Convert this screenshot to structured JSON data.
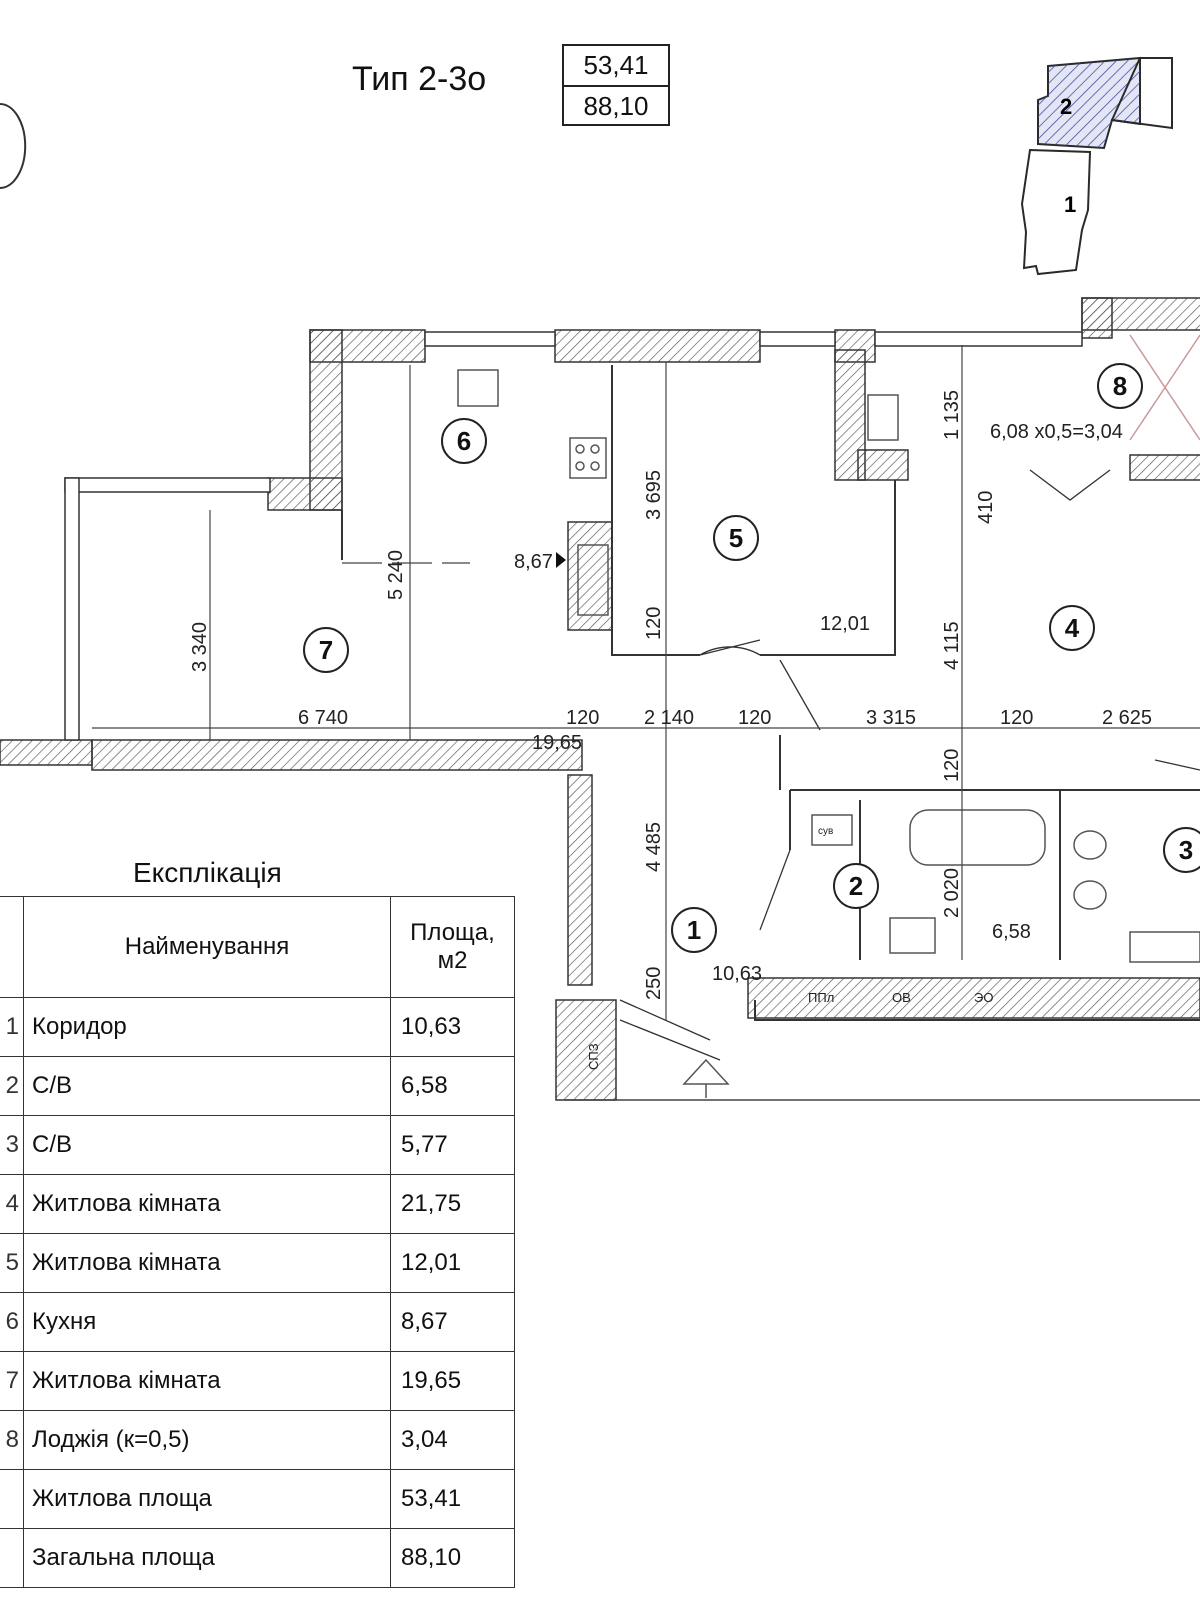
{
  "header": {
    "title": "Тип 2-3о",
    "living_area": "53,41",
    "total_area": "88,10"
  },
  "keyplan": {
    "sections": [
      "2",
      "1"
    ]
  },
  "rooms": [
    {
      "number": "1",
      "area_label": "10,63"
    },
    {
      "number": "2",
      "area_label": "6,58"
    },
    {
      "number": "3",
      "area_label": ""
    },
    {
      "number": "4",
      "area_label": ""
    },
    {
      "number": "5",
      "area_label": "12,01"
    },
    {
      "number": "6",
      "area_label": "8,67"
    },
    {
      "number": "7",
      "area_label": "19,65"
    },
    {
      "number": "8",
      "area_label": "6,08 x0,5=3,04"
    }
  ],
  "dimensions": [
    "1 135",
    "3 695",
    "5 240",
    "3 340",
    "410",
    "4 115",
    "120",
    "6 740",
    "2 140",
    "3 315",
    "2 625",
    "4 485",
    "2 020",
    "250"
  ],
  "shafts": [
    "ППл",
    "ОВ",
    "ЭО",
    "СПЗ",
    "сув"
  ],
  "explication": {
    "title": "Експлікація",
    "headers": {
      "name": "Найменування",
      "area": "Площа, м2"
    },
    "rows": [
      {
        "num": "1",
        "name": "Коридор",
        "area": "10,63"
      },
      {
        "num": "2",
        "name": "С/В",
        "area": "6,58"
      },
      {
        "num": "3",
        "name": "С/В",
        "area": "5,77"
      },
      {
        "num": "4",
        "name": "Житлова кімната",
        "area": "21,75"
      },
      {
        "num": "5",
        "name": "Житлова кімната",
        "area": "12,01"
      },
      {
        "num": "6",
        "name": "Кухня",
        "area": "8,67"
      },
      {
        "num": "7",
        "name": "Житлова кімната",
        "area": "19,65"
      },
      {
        "num": "8",
        "name": "Лоджія (к=0,5)",
        "area": "3,04"
      },
      {
        "num": "",
        "name": "Житлова площа",
        "area": "53,41"
      },
      {
        "num": "",
        "name": "Загальна площа",
        "area": "88,10"
      }
    ]
  }
}
